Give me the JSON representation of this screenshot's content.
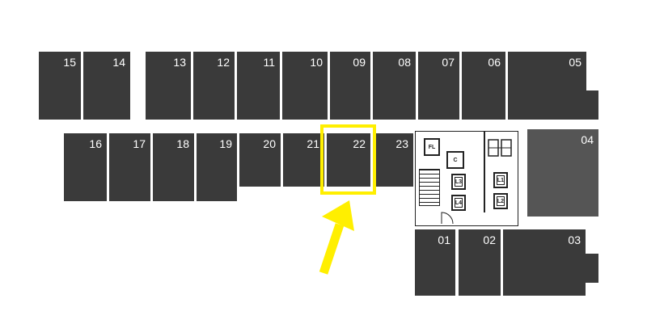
{
  "floor_plan": {
    "units": [
      {
        "id": "15"
      },
      {
        "id": "14"
      },
      {
        "id": "13"
      },
      {
        "id": "12"
      },
      {
        "id": "11"
      },
      {
        "id": "10"
      },
      {
        "id": "09"
      },
      {
        "id": "08"
      },
      {
        "id": "07"
      },
      {
        "id": "06"
      },
      {
        "id": "05"
      },
      {
        "id": "16"
      },
      {
        "id": "17"
      },
      {
        "id": "18"
      },
      {
        "id": "19"
      },
      {
        "id": "20"
      },
      {
        "id": "21"
      },
      {
        "id": "22"
      },
      {
        "id": "23"
      },
      {
        "id": "04"
      },
      {
        "id": "01"
      },
      {
        "id": "02"
      },
      {
        "id": "03"
      }
    ],
    "highlighted_unit": "22",
    "core_labels": {
      "fl": "FL",
      "c": "C",
      "lifts": [
        "L3",
        "L4",
        "L1",
        "L2"
      ]
    },
    "colors": {
      "unit": "#3a3a3a",
      "unit_04": "#555555",
      "highlight": "#ffef00",
      "label": "#ffffff"
    }
  }
}
